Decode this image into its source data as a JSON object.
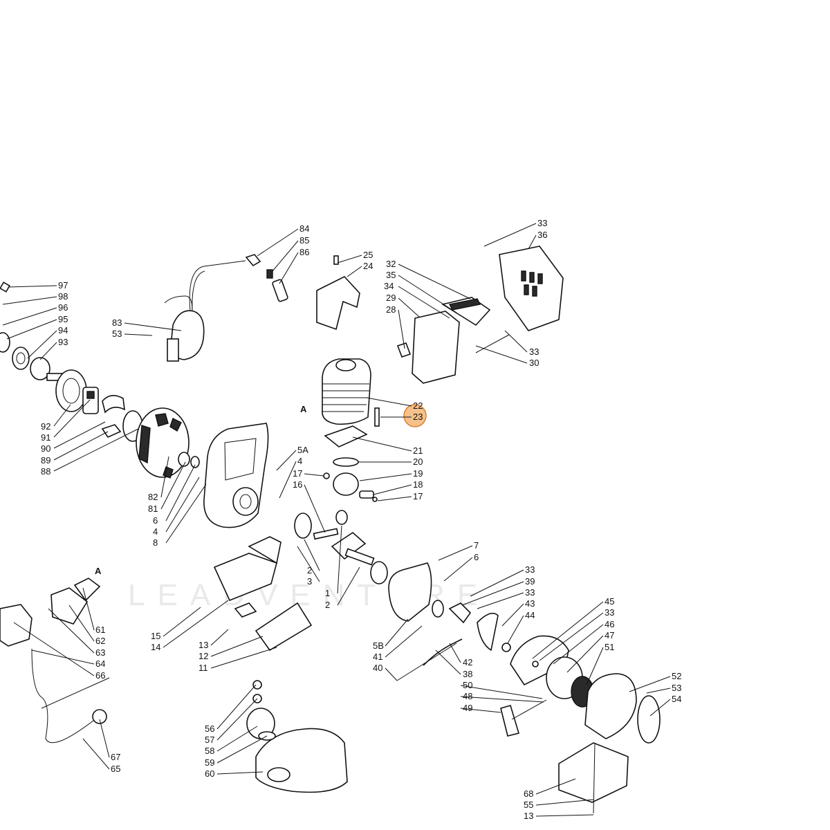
{
  "watermark": "LEADVENTURE",
  "highlight": {
    "label": "23",
    "color": "#f2a65a"
  },
  "letters": [
    {
      "id": "a-cylinder",
      "text": "A"
    },
    {
      "id": "a-carb",
      "text": "A"
    }
  ],
  "labels": [
    "97",
    "98",
    "96",
    "95",
    "94",
    "93",
    "92",
    "91",
    "90",
    "89",
    "88",
    "83",
    "53",
    "82",
    "81",
    "6",
    "4",
    "8",
    "84",
    "85",
    "86",
    "25",
    "24",
    "32",
    "35",
    "34",
    "29",
    "28",
    "33",
    "36",
    "33",
    "30",
    "22",
    "23",
    "21",
    "20",
    "19",
    "18",
    "17",
    "17",
    "16",
    "5A",
    "4",
    "2",
    "3",
    "1",
    "2",
    "7",
    "6",
    "33",
    "39",
    "33",
    "43",
    "44",
    "42",
    "38",
    "5B",
    "41",
    "40",
    "45",
    "33",
    "46",
    "47",
    "51",
    "52",
    "53",
    "54",
    "50",
    "48",
    "49",
    "61",
    "62",
    "63",
    "64",
    "66",
    "67",
    "65",
    "15",
    "14",
    "13",
    "12",
    "11",
    "56",
    "57",
    "58",
    "59",
    "60",
    "68",
    "55",
    "13"
  ]
}
